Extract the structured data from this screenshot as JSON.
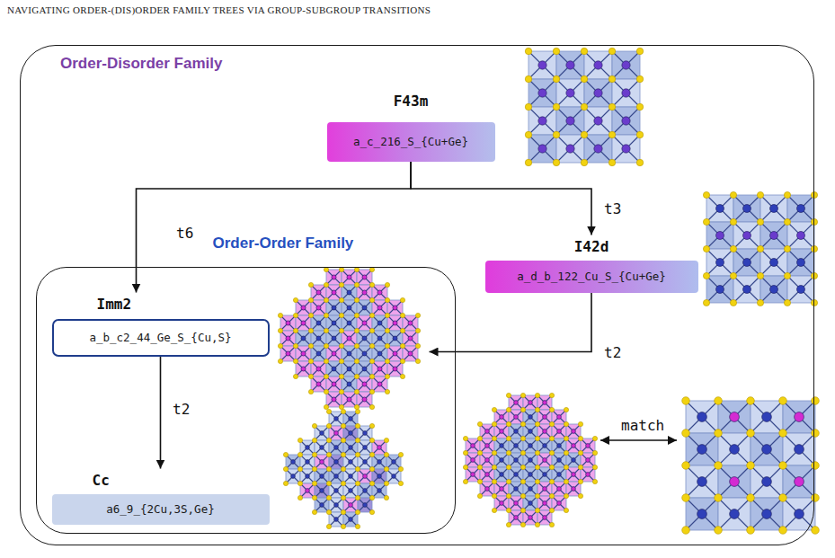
{
  "diagram": {
    "nodes": [
      {
        "text": [
          "Order-Disorder Family"
        ]
      },
      {
        "text": [
          "F4̄3m",
          "a_c_216_S_{Cu+Ge}"
        ],
        "in": 0
      },
      {
        "text": [
          "Order-Order Family"
        ],
        "in": 0
      },
      {
        "text": [
          "I4̄2d",
          "a_d_b_122_Cu_S_{Cu+Ge}"
        ],
        "in": 0
      },
      {
        "text": [
          "Imm2",
          "a_b_c2_44_Ge_S_{Cu,S}"
        ],
        "in": 2
      },
      {
        "text": [
          "Cc",
          "a6_9_{2Cu,3S,Ge}"
        ],
        "in": 2
      }
    ],
    "edges": [
      {
        "from": 1,
        "to": 4,
        "arrow": "to",
        "label": "t6"
      },
      {
        "from": 1,
        "to": 3,
        "arrow": "to",
        "label": "t3"
      },
      {
        "from": 3,
        "to": 4,
        "arrow": "to",
        "label": "t2"
      },
      {
        "from": 4,
        "to": 5,
        "arrow": "to",
        "label": "t2"
      }
    ],
    "labels": [
      "NAVIGATING ORDER-(DIS)ORDER FAMILY TREES VIA GROUP-SUBGROUP TRANSITIONS",
      "match"
    ]
  }
}
